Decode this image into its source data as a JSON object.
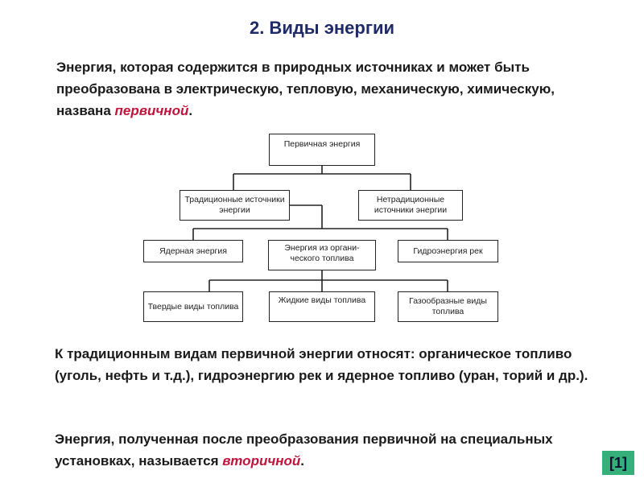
{
  "title": "2. Виды энергии",
  "intro": {
    "text": "Энергия, которая содержится в природных источниках и может быть преобразована в электрическую, тепловую, механическую, химическую, названа ",
    "highlight": "первичной",
    "end": "."
  },
  "diagram": {
    "root": "Первичная энергия",
    "level1": [
      "Традиционные источники энергии",
      "Нетрадиционные источники энергии"
    ],
    "level2": [
      "Ядерная энергия",
      "Энергия из органи-ческого топлива",
      "Гидроэнергия рек"
    ],
    "level3": [
      "Твердые виды топлива",
      "Жидкие виды топлива",
      "Газообразные виды топлива"
    ]
  },
  "para2": "К традиционным видам первичной энергии относят: органическое топливо (уголь, нефть и т.д.), гидроэнергию рек и ядерное топливо (уран, торий и др.).",
  "para3": {
    "text": "Энергия, полученная после преобразования первичной на специальных установках, называется ",
    "highlight": "вторичной",
    "end": "."
  },
  "badge": "[1]",
  "colors": {
    "title": "#1f2a66",
    "highlight": "#c0143c",
    "badge": "#35b07a"
  }
}
